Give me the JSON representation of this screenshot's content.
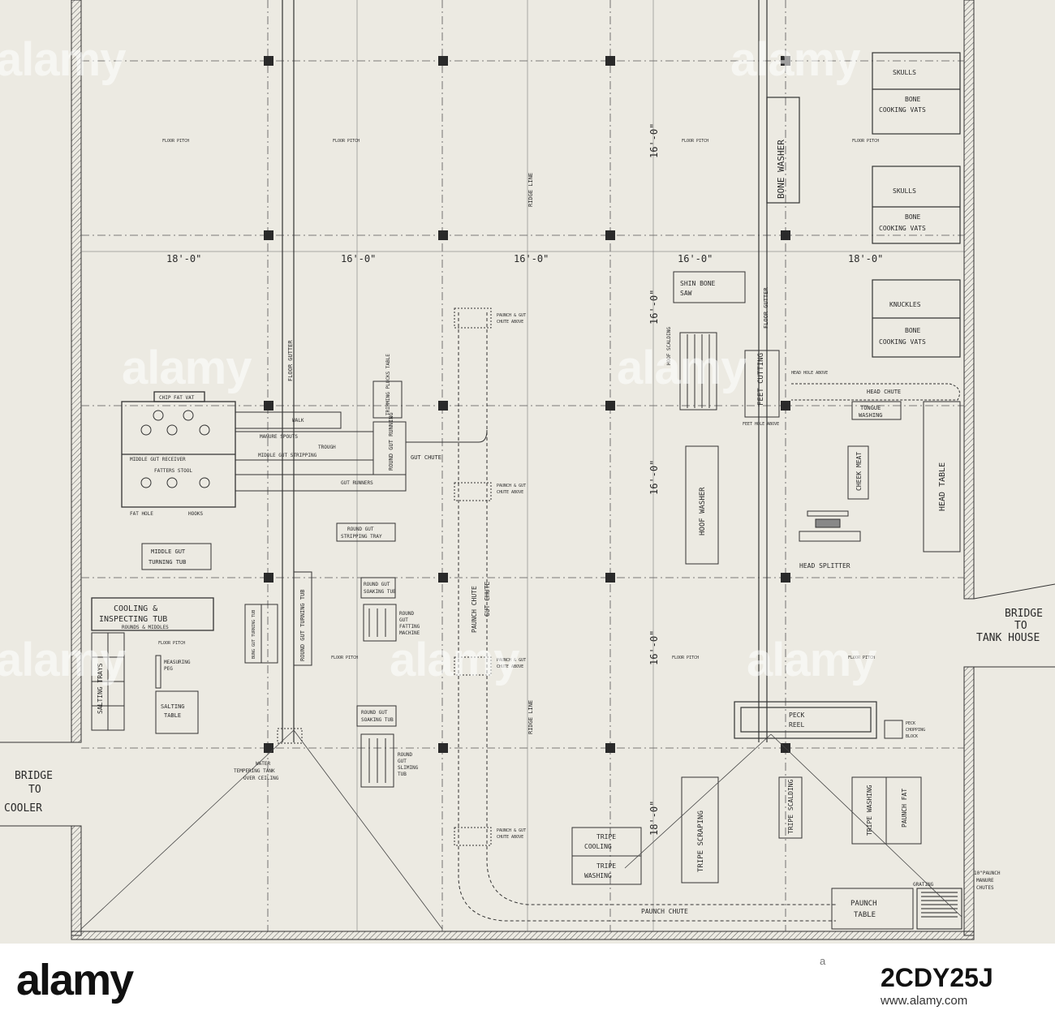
{
  "watermark": "alamy",
  "dimensions": {
    "d18": "18'-0\"",
    "d16": "16'-0\""
  },
  "pitch": {
    "floor_pitch": "FLOOR PITCH"
  },
  "lines": {
    "ridge_line": "RIDGE LINE",
    "floor_gutter": "FLOOR GUTTER"
  },
  "upper": {
    "skulls_1": "SKULLS",
    "bone_vats_1a": "BONE",
    "bone_vats_1b": "COOKING VATS",
    "skulls_2": "SKULLS",
    "bone_vats_2a": "BONE",
    "bone_vats_2b": "COOKING VATS",
    "bone_washer": "BONE WASHER"
  },
  "right": {
    "knuckles": "KNUCKLES",
    "bone_vats_3a": "BONE",
    "bone_vats_3b": "COOKING VATS",
    "shin_bone_saw_a": "SHIN BONE",
    "shin_bone_saw_b": "SAW",
    "hoof_scalding": "HOOF SCALDING",
    "feet_cutting": "FEET CUTTING",
    "feet_hole_above": "FEET HOLE ABOVE",
    "head_hole_above": "HEAD HOLE ABOVE",
    "head_chute": "HEAD CHUTE",
    "tongue_washing_a": "TONGUE",
    "tongue_washing_b": "WASHING",
    "head_table": "HEAD TABLE",
    "cheek_meat": "CHEEK MEAT",
    "hoof_washer": "HOOF WASHER",
    "head_splitter": "HEAD SPLITTER"
  },
  "gut": {
    "chip_fat_vat": "CHIP FAT VAT",
    "walk": "WALK",
    "manure_spouts": "MANURE SPOUTS",
    "trough": "TROUGH",
    "middle_gut_receiver": "MIDDLE GUT RECEIVER",
    "fatters_stool": "FATTERS STOOL",
    "middle_gut_stripping": "MIDDLE GUT STRIPPING",
    "gut_runners": "GUT RUNNERS",
    "fat_hole": "FAT HOLE",
    "hooks": "HOOKS",
    "trimming_plucks_table": "TRIMMING PLUCKS TABLE",
    "round_gut_running": "ROUND GUT RUNNING",
    "gut_chute": "GUT CHUTE",
    "round_gut_stripping_tray_a": "ROUND GUT",
    "round_gut_stripping_tray_b": "STRIPPING TRAY",
    "middle_gut_turning_tub_a": "MIDDLE GUT",
    "middle_gut_turning_tub_b": "TURNING TUB"
  },
  "chutes": {
    "paunch_gut_chute_above_a": "PAUNCH & GUT",
    "paunch_gut_chute_above_b": "CHUTE ABOVE",
    "paunch_chute": "PAUNCH CHUTE",
    "gut_chute_v": "GUT CHUTE"
  },
  "lower_left": {
    "cooling_tub_a": "COOLING & ",
    "cooling_tub_b": "INSPECTING TUB",
    "cooling_tub_c": "ROUNDS & MIDDLES",
    "salting_trays": "SALTING TRAYS",
    "measuring_peg_a": "MEASURING",
    "measuring_peg_b": "PEG",
    "salting_table_a": "SALTING",
    "salting_table_b": "TABLE",
    "bung_gut_turning": "BUNG GUT TURNING TUB",
    "round_gut_turning_tub": "ROUND GUT TURNING TUB",
    "round_gut_soaking_tub_a": "ROUND GUT",
    "round_gut_soaking_tub_b": "SOAKING TUB",
    "round_gut_fatting_a": "ROUND",
    "round_gut_fatting_b": "GUT",
    "round_gut_fatting_c": "FATTING",
    "round_gut_fatting_d": "MACHINE",
    "round_gut_sliming_a": "ROUND",
    "round_gut_sliming_b": "GUT",
    "round_gut_sliming_c": "SLIMING",
    "round_gut_sliming_d": "TUB",
    "water_tank_a": "WATER",
    "water_tank_b": "TEMPERING TANK",
    "water_tank_c": "OVER CEILING"
  },
  "lower_right": {
    "peck_reel_a": "PECK",
    "peck_reel_b": "REEL",
    "peck_block_a": "PECK",
    "peck_block_b": "CHOPPING",
    "peck_block_c": "BLOCK",
    "tripe_scraping": "TRIPE SCRAPING",
    "tripe_scalding": "TRIPE SCALDING",
    "tripe_washing_v": "TRIPE WASHING",
    "paunch_fat": "PAUNCH FAT",
    "tripe_cooling_a": "TRIPE",
    "tripe_cooling_b": "COOLING",
    "tripe_washing_a": "TRIPE",
    "tripe_washing_b": "WASHING",
    "paunch_table_a": "PAUNCH",
    "paunch_table_b": "TABLE",
    "grating": "GRATING",
    "manure_chute_a": "10\"PAUNCH",
    "manure_chute_b": "MANURE",
    "manure_chute_c": "CHUTES"
  },
  "bridges": {
    "tank_a": "BRIDGE",
    "tank_b": "TO",
    "tank_c": "TANK HOUSE",
    "cooler_a": "BRIDGE",
    "cooler_b": "TO",
    "cooler_c": "COOLER"
  },
  "footer": {
    "logo": "alamy",
    "a_label": "a",
    "image_id": "2CDY25J",
    "url": "www.alamy.com"
  }
}
